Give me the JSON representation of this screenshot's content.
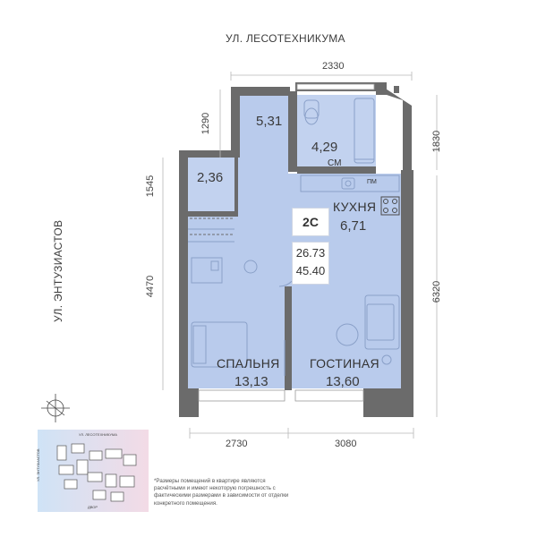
{
  "streets": {
    "top": "УЛ. ЛЕСОТЕХНИКУМА",
    "left": "УЛ. ЭНТУЗИАСТОВ"
  },
  "dimensions": {
    "top": "2330",
    "bottom_left": "2730",
    "bottom_right": "3080",
    "left_top": "1290",
    "left_mid": "1545",
    "left_bottom": "4470",
    "right_top": "1830",
    "right_bottom": "6320"
  },
  "rooms": {
    "hall": {
      "area": "5,31"
    },
    "bathroom": {
      "area": "4,29",
      "label": "СМ"
    },
    "storage": {
      "area": "2,36"
    },
    "kitchen": {
      "name": "КУХНЯ",
      "area": "6,71"
    },
    "bedroom": {
      "name": "СПАЛЬНЯ",
      "area": "13,13"
    },
    "living": {
      "name": "ГОСТИНАЯ",
      "area": "13,60"
    }
  },
  "apartment": {
    "type": "2С",
    "living_area": "26.73",
    "total_area": "45.40"
  },
  "appliance_label": "ПМ",
  "minimap": {
    "top_street": "УЛ. ЛЕСОТЕХНИКУМА",
    "left_street": "УЛ. ЭНТУЗИАСТОВ",
    "bottom_label": "ДВОР"
  },
  "note": "*Размеры помещений в квартире являются расчётными и имеют некоторую погрешность с фактическими размерами в зависимости от отделки конкретного помещения.",
  "colors": {
    "wall": "#6b6b6b",
    "floor": "#b9cbec",
    "floor_light": "#c7d6f1",
    "badge_border": "#cfd6e4"
  }
}
